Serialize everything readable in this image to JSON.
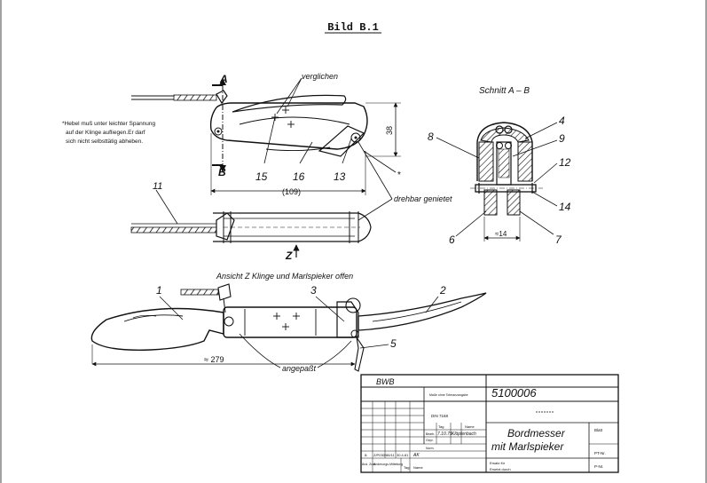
{
  "header": {
    "title": "Bild B.1"
  },
  "notes": {
    "line1": "*Hebel muß unter leichter Spannung",
    "line2": "auf der Klinge aufliegen.Er darf",
    "line3": "sich nicht selbsttätig abheben."
  },
  "top_view": {
    "label_a": "A",
    "label_b": "B",
    "label_verglichen": "verglichen",
    "dim_38": "38",
    "dim_109": "(109)",
    "callout_15": "15",
    "callout_16": "16",
    "callout_13": "13",
    "asterisk": "*"
  },
  "side_view": {
    "callout_11": "11",
    "label_drehbar": "drehbar genietet",
    "label_z": "Z"
  },
  "section": {
    "title": "Schnitt A – B",
    "callout_4": "4",
    "callout_8": "8",
    "callout_9": "9",
    "callout_12": "12",
    "callout_14": "14",
    "callout_6": "6",
    "callout_7": "7",
    "dim_14": "≈14"
  },
  "open_view": {
    "title": "Ansicht Z Klinge und Marlspieker offen",
    "callout_1": "1",
    "callout_2": "2",
    "callout_3": "3",
    "callout_5": "5",
    "dim_279": "≈ 279",
    "label_angepasst": "angepaßt"
  },
  "title_block": {
    "org": "BWB",
    "number": "5100006",
    "name_line1": "Bordmesser",
    "name_line2": "mit Marlspieker",
    "din": "DIN 7168",
    "small_a": "Maße ohne Toleranzangabe",
    "row_tag": "Tag",
    "row_name": "Name",
    "row_bearb": "Bearb.",
    "row_gepr": "Gepr.",
    "row_norm": "Norm.",
    "bearb_date": "7.10.75",
    "bearb_name": "Klöpfenbach",
    "rev_a": "a",
    "rev_number": "Z/P030/86/11",
    "rev_date": "30.4.81",
    "rev_sign": "AK",
    "col_aend": "Änd. Zust.",
    "col_mitt": "Änderungs-Mitteilung",
    "col_tag": "Tag",
    "col_name": "Name",
    "ersatz_fuer": "Ersatz für",
    "ersetzt_durch": "Ersetzt durch",
    "blatt": "Blatt",
    "pt_nr": "PT-Nr.",
    "p_nr": "P-Nr."
  }
}
